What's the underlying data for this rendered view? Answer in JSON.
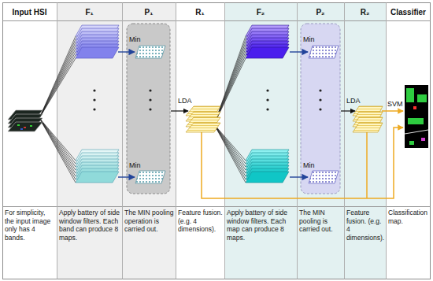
{
  "diagram": {
    "labels": [
      "Input HSI",
      "F₁",
      "P₁",
      "R₁",
      "F₂",
      "P₂",
      "R₂",
      "Classifier",
      "Min",
      "Min",
      "LDA",
      "Min",
      "Min",
      "LDA",
      "SVM",
      "For simplicity, the input image only has 4 bands.",
      "Apply battery of side window filters. Each band can produce 8 maps.",
      "The MIN pooling operation is carried out.",
      "Feature fusion. (e.g. 4 dimensions).",
      "Apply battery of side window filters. Each map can produce 8 maps.",
      "The MIN pooling is carried out.",
      "Feature fusion. (e.g. 4 dimensions).",
      "Classification map."
    ]
  }
}
